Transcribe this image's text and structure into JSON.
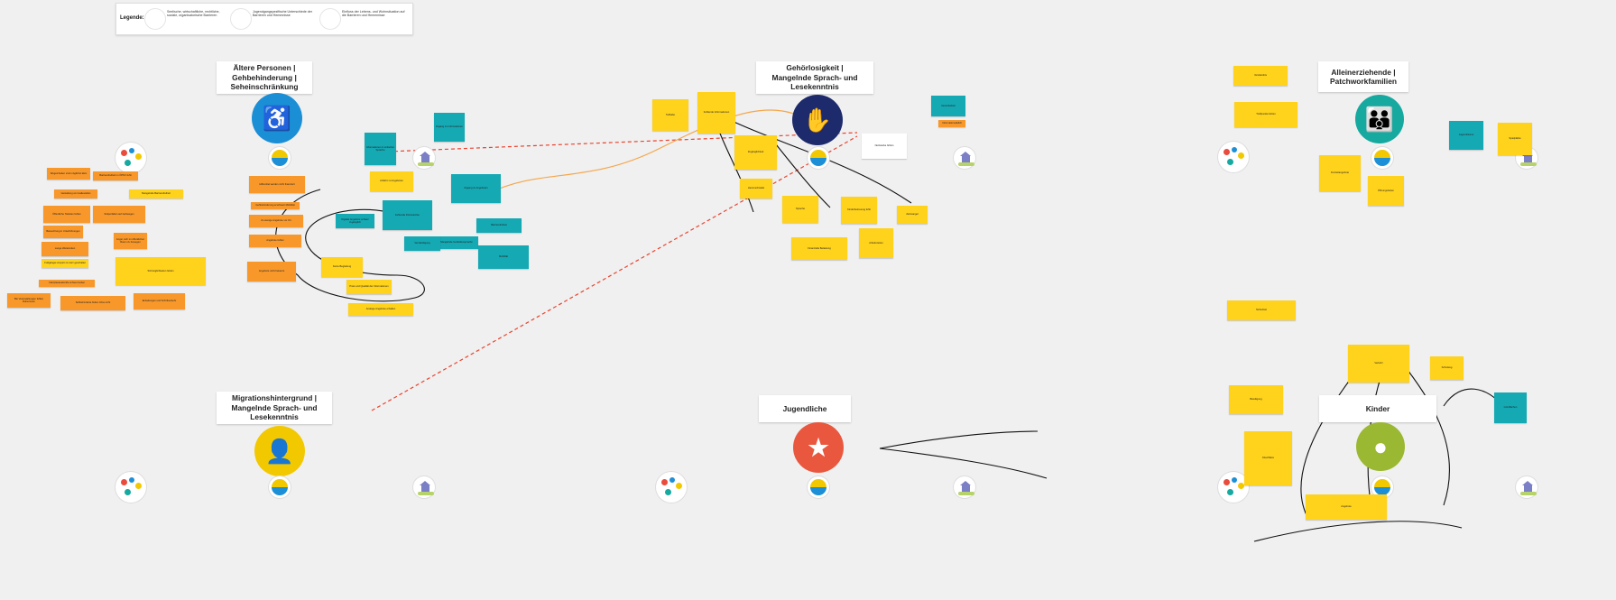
{
  "legend": {
    "title": "Legende:",
    "items": [
      {
        "text": "Seelische, wirtschaftliche, rechtliche, soziale, organisatorische Barrieren"
      },
      {
        "text": "Jugendgangspezifische Unterschiede der Barrieren und Hemmnisse"
      },
      {
        "text": "Einfluss der Lebens- und Wohnsituation auf die Barrieren und Hemmnisse"
      }
    ]
  },
  "categories": [
    {
      "title": "Ältere Personen |\nGehbehinderung |\nSeheinschränkung"
    },
    {
      "title": "Gehörlosigkeit |\nMangelnde Sprach- und\nLesekenntnis"
    },
    {
      "title": "Alleinerziehende |\nPatchworkfamilien"
    },
    {
      "title": "Migrationshintergrund |\nMangelnde Sprach- und\nLesekenntnis"
    },
    {
      "title": "Jugendliche"
    },
    {
      "title": "Kinder"
    }
  ],
  "colors": {
    "yellow": "#ffd21c",
    "orange": "#f8982a",
    "teal": "#15a9b4",
    "blue_icon": "#1b8fd6",
    "navy_icon": "#1d2a6b",
    "teal_icon": "#16a9a0",
    "yellow_icon": "#f2c800",
    "red_icon": "#e9573f",
    "green_icon": "#9ab832",
    "link_red": "#e8442f",
    "link_orange": "#f5a64a",
    "link_black": "#111111"
  },
  "icons": [
    "wheelchair-person-icon",
    "sign-language-icon",
    "family-icon",
    "migrant-family-icon",
    "youth-group-icon",
    "child-playground-icon"
  ],
  "notes": [
    {
      "text": "Wegeinheiten sind möglichst klein"
    },
    {
      "text": "Barrierefreiheit im ÖPNV fehlt"
    },
    {
      "text": "Gestaltung von Haltestellen"
    },
    {
      "text": "Mangelnde Barrierefreiheit"
    },
    {
      "text": "Öffentliche Toiletten fehlen"
    },
    {
      "text": "Stolperfallen auf Gehwegen"
    },
    {
      "text": "Beleuchtung in Unterführungen"
    },
    {
      "text": "Angst, sich im öffentlichen Raum zu bewegen"
    },
    {
      "text": "Lange Wartezeiten"
    },
    {
      "text": "Fußgänger-Ampeln zu kurz geschaltet"
    },
    {
      "text": "Sitzmöglichkeiten fehlen"
    },
    {
      "text": "Fahrplanauskünfte schwer lesbar"
    },
    {
      "text": "Bei Veranstaltungen fehlen Ruhezonen"
    },
    {
      "text": "Sehbehinderte finden Infos nicht"
    },
    {
      "text": "Einladungen und Schriftverkehr"
    },
    {
      "text": "Hilfsmittel werden nicht finanziert"
    },
    {
      "text": "Gehbehinderung erschwert Mobilität"
    },
    {
      "text": "Zu wenige Angebote vor Ort"
    },
    {
      "text": "Angebote fehlen"
    },
    {
      "text": "Angebote nicht bekannt"
    },
    {
      "text": "Anfahrt zu Angeboten"
    },
    {
      "text": "Keine Begleitung"
    },
    {
      "text": "Digitale Angebote schwer zugänglich"
    },
    {
      "text": "Preis und Qualität der Informationen"
    },
    {
      "text": "Analoge Angebote erhalten"
    },
    {
      "text": "Informationen in einfacher Sprache"
    },
    {
      "text": "Zugang zu Informationen"
    },
    {
      "text": "Fehlende Dolmetscher"
    },
    {
      "text": "Mangelnde Gebärdensprache"
    },
    {
      "text": "Verständigung"
    },
    {
      "text": "Zugang zu Angeboten"
    },
    {
      "text": "Barrierefreiheit"
    },
    {
      "text": "Mobilität"
    },
    {
      "text": "Teilhabe"
    },
    {
      "text": "Fehlende Informationen"
    },
    {
      "text": "Zugänglichkeit"
    },
    {
      "text": "Hemmschwelle"
    },
    {
      "text": "Sprache"
    },
    {
      "text": "Kinderbetreuung fehlt"
    },
    {
      "text": "Zeitmangel"
    },
    {
      "text": "Finanzielle Belastung"
    },
    {
      "text": "Arbeitszeiten"
    },
    {
      "text": "Vereinbarkeit"
    },
    {
      "text": "Informationsdefizit"
    },
    {
      "text": "Netzwerke fehlen"
    },
    {
      "text": "Verständnis"
    },
    {
      "text": "Treffpunkte fehlen"
    },
    {
      "text": "Freizeitangebote"
    },
    {
      "text": "Öffnungszeiten"
    },
    {
      "text": "Jugendräume"
    },
    {
      "text": "Spielplätze"
    },
    {
      "text": "Sicherheit"
    },
    {
      "text": "Verkehr"
    },
    {
      "text": "Schulweg"
    },
    {
      "text": "Beteiligung"
    },
    {
      "text": "Grünflächen"
    },
    {
      "text": "Kita-Plätze"
    },
    {
      "text": "Angebote"
    }
  ]
}
